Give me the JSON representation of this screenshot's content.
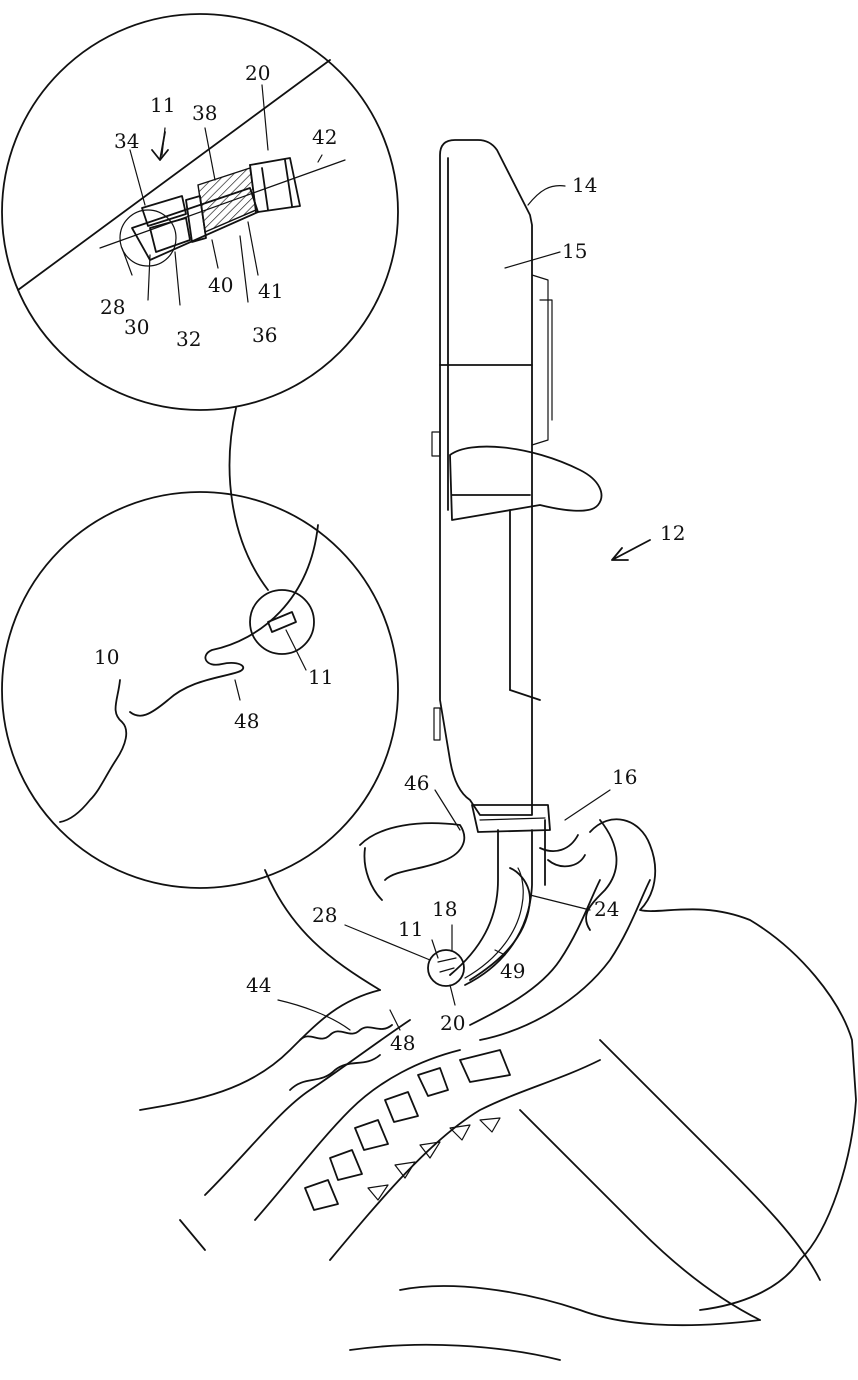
{
  "figure": {
    "labels": {
      "ref_11_detail": "11",
      "ref_38": "38",
      "ref_20_detail": "20",
      "ref_42": "42",
      "ref_34": "34",
      "ref_28_detail": "28",
      "ref_30": "30",
      "ref_32": "32",
      "ref_40": "40",
      "ref_41": "41",
      "ref_36": "36",
      "ref_14": "14",
      "ref_15": "15",
      "ref_12": "12",
      "ref_10": "10",
      "ref_11_mid": "11",
      "ref_48_mid": "48",
      "ref_46": "46",
      "ref_16": "16",
      "ref_24": "24",
      "ref_28_main": "28",
      "ref_11_main": "11",
      "ref_18": "18",
      "ref_49": "49",
      "ref_44": "44",
      "ref_48_main": "48",
      "ref_20_main": "20"
    }
  }
}
